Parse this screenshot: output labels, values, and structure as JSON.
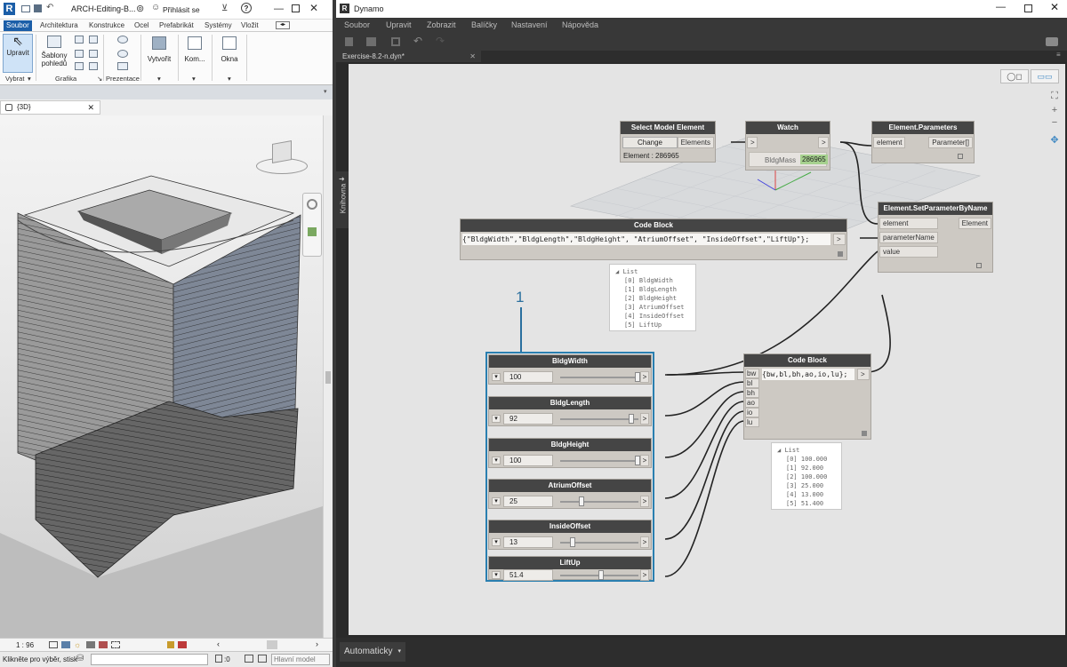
{
  "revit": {
    "title": "ARCH-Editing-B...",
    "signin": "Přihlásit se",
    "menu": [
      "Soubor",
      "Architektura",
      "Konstrukce",
      "Ocel",
      "Prefabrikát",
      "Systémy",
      "Vložit"
    ],
    "ribbon": {
      "upravit": "Upravit",
      "sablony": [
        "Šablony",
        "pohledů"
      ],
      "vytvorit": "Vytvořit",
      "kom": "Kom...",
      "okna": "Okna",
      "groups": [
        "Vybrat",
        "Grafika",
        "Prezentace"
      ]
    },
    "view_tab": "{3D}",
    "scale": "1 : 96",
    "status_text": "Klikněte pro výběr, stisk",
    "selection_count": ":0",
    "model_dropdown": "Hlavní model"
  },
  "dynamo": {
    "title": "Dynamo",
    "menu": [
      "Soubor",
      "Upravit",
      "Zobrazit",
      "Balíčky",
      "Nastavení",
      "Nápověda"
    ],
    "file_tab": "Exercise-8.2-n.dyn*",
    "library": "Knihovna",
    "run_mode": "Automaticky",
    "annotation": "1",
    "nodes": {
      "select": {
        "title": "Select Model Element",
        "button": "Change",
        "output": "Elements",
        "info": "Element : 286965"
      },
      "watch": {
        "title": "Watch",
        "label": "BldgMass",
        "value": "286965"
      },
      "params": {
        "title": "Element.Parameters",
        "input": "element",
        "output": "Parameter[]"
      },
      "setparam": {
        "title": "Element.SetParameterByName",
        "inputs": [
          "element",
          "parameterName",
          "value"
        ],
        "output": "Element"
      },
      "codeblock1": {
        "title": "Code Block",
        "code": "{\"BldgWidth\",\"BldgLength\",\"BldgHeight\", \"AtriumOffset\", \"InsideOffset\",\"LiftUp\"};"
      },
      "codeblock2": {
        "title": "Code Block",
        "code": "{bw,bl,bh,ao,io,lu};",
        "inputs": [
          "bw",
          "bl",
          "bh",
          "ao",
          "io",
          "lu"
        ]
      }
    },
    "sliders": [
      {
        "title": "BldgWidth",
        "value": "100",
        "fraction": 1.0
      },
      {
        "title": "BldgLength",
        "value": "92",
        "fraction": 0.92
      },
      {
        "title": "BldgHeight",
        "value": "100",
        "fraction": 1.0
      },
      {
        "title": "AtriumOffset",
        "value": "25",
        "fraction": 0.25
      },
      {
        "title": "InsideOffset",
        "value": "13",
        "fraction": 0.13
      },
      {
        "title": "LiftUp",
        "value": "51.4",
        "fraction": 0.51
      }
    ],
    "preview1": {
      "header": "List",
      "items": [
        "[0] BldgWidth",
        "[1] BldgLength",
        "[2] BldgHeight",
        "[3] AtriumOffset",
        "[4] InsideOffset",
        "[5] LiftUp"
      ]
    },
    "preview2": {
      "header": "List",
      "items": [
        "[0] 100.000",
        "[1] 92.000",
        "[2] 100.000",
        "[3] 25.000",
        "[4] 13.000",
        "[5] 51.400"
      ]
    }
  }
}
